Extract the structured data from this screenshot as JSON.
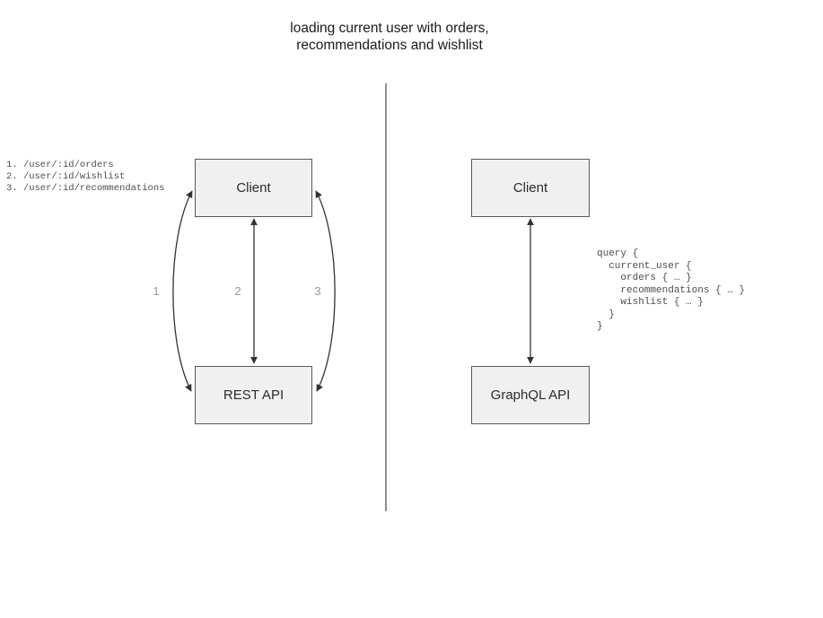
{
  "title": "loading current user with orders,\nrecommendations and wishlist",
  "rest_panel": {
    "client_box": "Client",
    "api_box": "REST API",
    "endpoints_list": "1. /user/:id/orders\n2. /user/:id/wishlist\n3. /user/:id/recommendations",
    "arrow_labels": [
      "1",
      "2",
      "3"
    ]
  },
  "graphql_panel": {
    "client_box": "Client",
    "api_box": "GraphQL API",
    "query_code": "query {\n  current_user {\n    orders { … }\n    recommendations { … }\n    wishlist { … }\n  }\n}"
  },
  "colors": {
    "box_fill": "#f0f0f0",
    "box_border": "#595959",
    "arrow": "#333333",
    "number_label": "#999999",
    "divider": "#919191",
    "title_text": "#1a1a1a",
    "code_text": "#4d4d4d"
  }
}
